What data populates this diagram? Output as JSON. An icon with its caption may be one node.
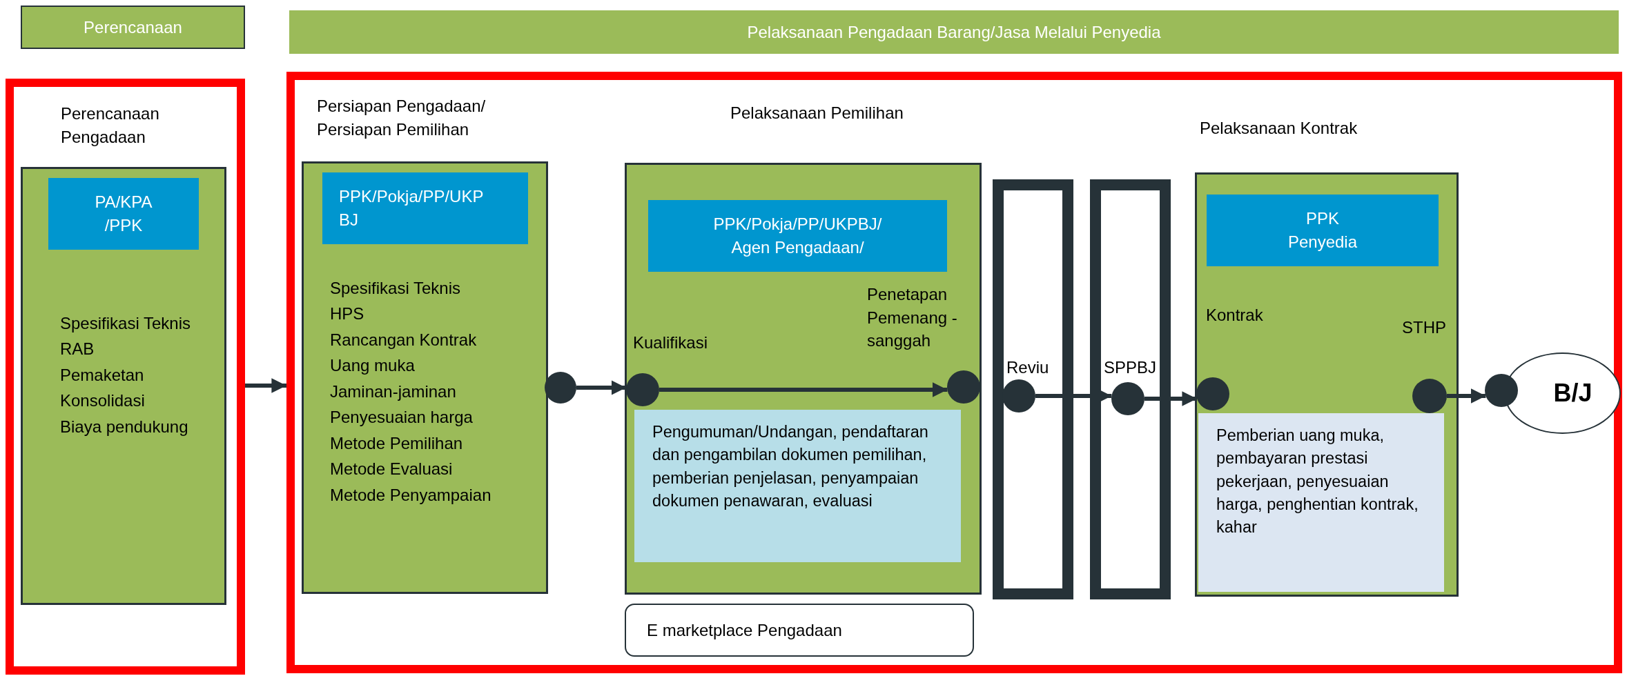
{
  "diagram": {
    "nodes": [
      {
        "text": [
          "Perencanaan"
        ]
      },
      {
        "text": [
          "Pelaksanaan Pengadaan Barang/Jasa Melalui Penyedia"
        ]
      },
      {
        "text": [
          "Perencanaan Pengadaan"
        ]
      },
      {
        "text": [
          "Spesifikasi Teknis",
          "RAB",
          "Pemaketan",
          "Konsolidasi",
          "Biaya pendukung"
        ],
        "in": 2
      },
      {
        "text": [
          "PA/KPA /PPK"
        ],
        "in": 3
      },
      {
        "text": [],
        "shape": "box"
      },
      {
        "text": [
          "Persiapan Pengadaan/ Persiapan Pemilihan",
          "Spesifikasi Teknis",
          "HPS",
          "Rancangan Kontrak",
          "Uang muka",
          "Jaminan-jaminan",
          "Penyesuaian harga",
          "Metode Pemilihan",
          "Metode Evaluasi",
          "Metode Penyampaian"
        ],
        "in": 5
      },
      {
        "text": [
          "PPK/Pokja/PP/UKP BJ"
        ],
        "in": 6
      },
      {
        "text": [],
        "shape": "circle",
        "in": 5
      },
      {
        "text": [
          "Pelaksanaan Pemilihan"
        ],
        "in": 5
      },
      {
        "text": [
          "PPK/Pokja/PP/UKPBJ/ Agen Pengadaan/"
        ],
        "in": 9
      },
      {
        "text": [],
        "shape": "circle",
        "beside": [
          "Kualifikasi"
        ],
        "in": 9
      },
      {
        "text": [],
        "shape": "circle",
        "beside": [
          "Penetapan Pemenang - sanggah"
        ],
        "in": 9
      },
      {
        "text": [
          "Pengumuman/Undangan, pendaftaran dan pengambilan dokumen pemilihan, pemberian penjelasan, penyampaian dokumen penawaran, evaluasi"
        ],
        "in": 9
      },
      {
        "text": [
          "E marketplace Pengadaan"
        ],
        "in": 5
      },
      {
        "text": [
          "Reviu"
        ],
        "in": 5
      },
      {
        "text": [],
        "shape": "circle",
        "in": 15
      },
      {
        "text": [
          "SPPBJ"
        ],
        "in": 5
      },
      {
        "text": [],
        "shape": "circle",
        "in": 17
      },
      {
        "text": [
          "Pelaksanaan Kontrak"
        ],
        "in": 5
      },
      {
        "text": [
          "PPK Penyedia"
        ],
        "in": 19
      },
      {
        "text": [],
        "shape": "circle",
        "beside": [
          "Kontrak"
        ],
        "in": 19
      },
      {
        "text": [],
        "shape": "circle",
        "beside": [
          "STHP"
        ],
        "in": 19
      },
      {
        "text": [
          "Pemberian uang muka, pembayaran prestasi pekerjaan, penyesuaian harga, penghentian kontrak, kahar"
        ],
        "in": 19
      },
      {
        "text": [],
        "shape": "circle",
        "in": 5
      },
      {
        "text": [
          "B/J"
        ],
        "in": 5
      }
    ],
    "edges": [
      {
        "from": 2,
        "to": 5,
        "arrow": "to"
      },
      {
        "from": 8,
        "to": 11,
        "arrow": "to"
      },
      {
        "from": 11,
        "to": 12,
        "arrow": "to"
      },
      {
        "from": 16,
        "to": 18,
        "arrow": "to"
      },
      {
        "from": 18,
        "to": 21,
        "arrow": "to"
      },
      {
        "from": 22,
        "to": 24,
        "arrow": "to"
      }
    ]
  }
}
